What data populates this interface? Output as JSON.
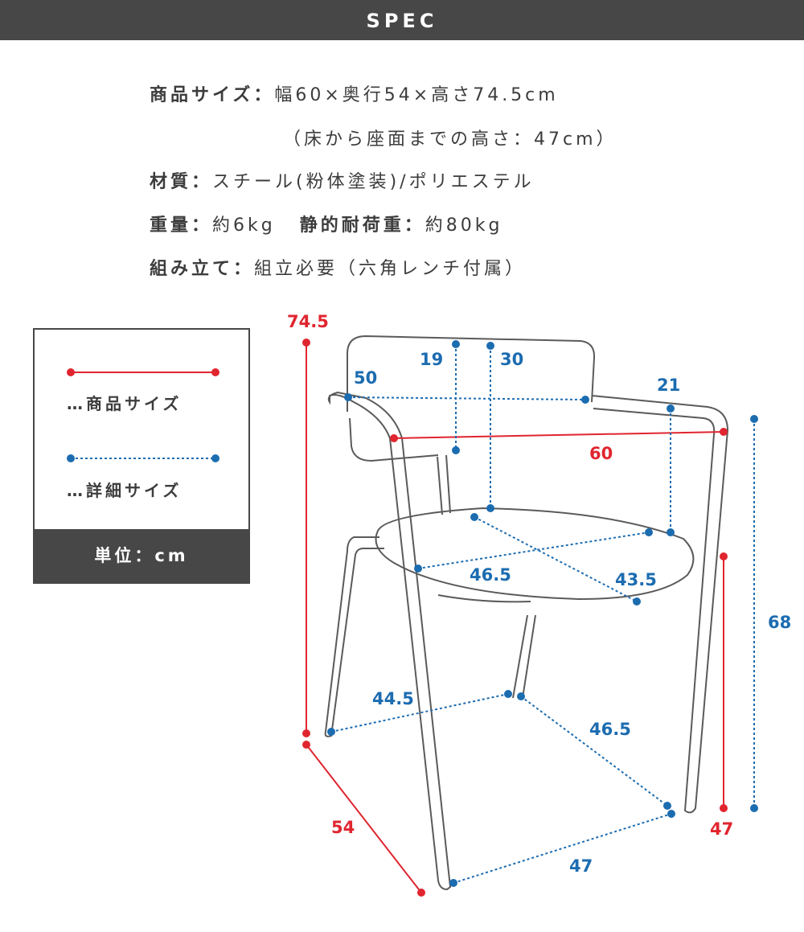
{
  "header": {
    "title": "SPEC"
  },
  "spec": {
    "size_label": "商品サイズ：",
    "size_value": "幅60×奥行54×高さ74.5cm",
    "seat_height": "（床から座面までの高さ：47cm）",
    "material_label": "材質：",
    "material_value": "スチール(粉体塗装)/ポリエステル",
    "weight_label": "重量：",
    "weight_value": "約6kg",
    "load_label": "静的耐荷重：",
    "load_value": "約80kg",
    "assembly_label": "組み立て：",
    "assembly_value": "組立必要（六角レンチ付属）"
  },
  "legend": {
    "product_size": "…商品サイズ",
    "detail_size": "…詳細サイズ",
    "unit": "単位：cm"
  },
  "colors": {
    "red": "#e0252f",
    "blue": "#1c6cb0",
    "dark": "#474747"
  },
  "dimensions": {
    "height": "74.5",
    "width": "60",
    "depth": "54",
    "seat_height": "47",
    "back_width": "50",
    "back_height": "19",
    "back_to_seat": "30",
    "arm_height": "21",
    "seat_width": "46.5",
    "seat_depth": "43.5",
    "height_to_arm": "68",
    "rear_legs": "44.5",
    "side_legs": "46.5",
    "front_legs": "47"
  }
}
